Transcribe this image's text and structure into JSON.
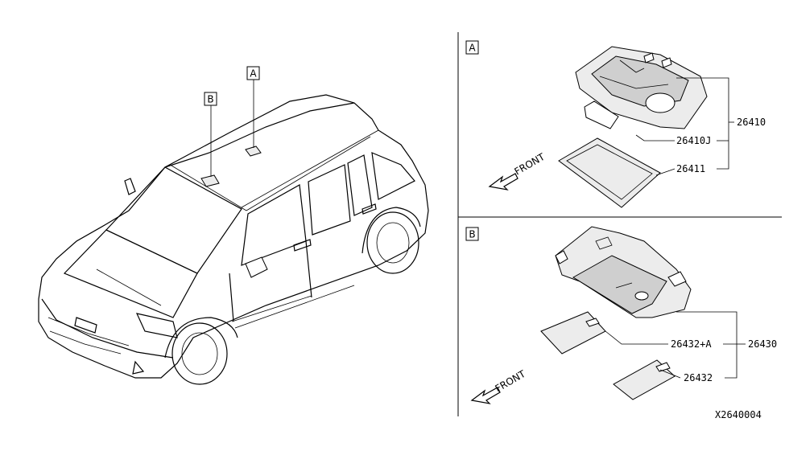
{
  "callouts": {
    "a": "A",
    "b": "B"
  },
  "section_a": {
    "tag": "A",
    "front_label": "FRONT",
    "parts": {
      "assembly": "26410",
      "bulb_holder": "26410J",
      "lens": "26411"
    }
  },
  "section_b": {
    "tag": "B",
    "front_label": "FRONT",
    "parts": {
      "assembly": "26430",
      "lens_a": "26432+A",
      "lens": "26432"
    }
  },
  "diagram_code": "X2640004"
}
